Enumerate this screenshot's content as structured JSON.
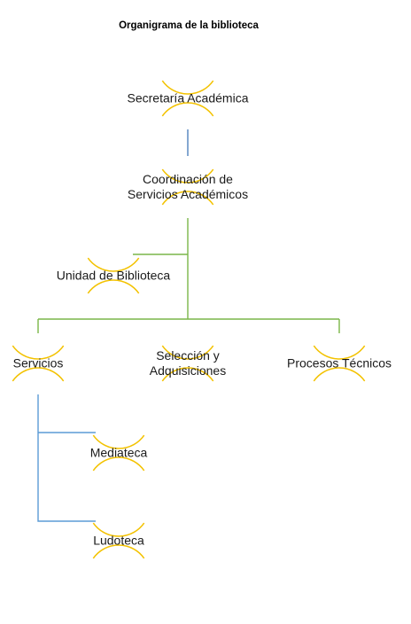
{
  "title": "Organigrama de la biblioteca",
  "colors": {
    "arc": "#f3c200",
    "connector_top": "#4f81bd",
    "connector_main": "#7ab648",
    "connector_services": "#5b9bd5"
  },
  "nodes": {
    "secretaria": {
      "lines": [
        "Secretaría Académica"
      ]
    },
    "coordinacion": {
      "lines": [
        "Coordinación de",
        "Servicios Académicos"
      ]
    },
    "unidad": {
      "lines": [
        "Unidad de Biblioteca"
      ]
    },
    "servicios": {
      "lines": [
        "Servicios"
      ]
    },
    "seleccion": {
      "lines": [
        "Selección y",
        "Adquisiciones"
      ]
    },
    "procesos": {
      "lines": [
        "Procesos Técnicos"
      ]
    },
    "mediateca": {
      "lines": [
        "Mediateca"
      ]
    },
    "ludoteca": {
      "lines": [
        "Ludoteca"
      ]
    }
  }
}
